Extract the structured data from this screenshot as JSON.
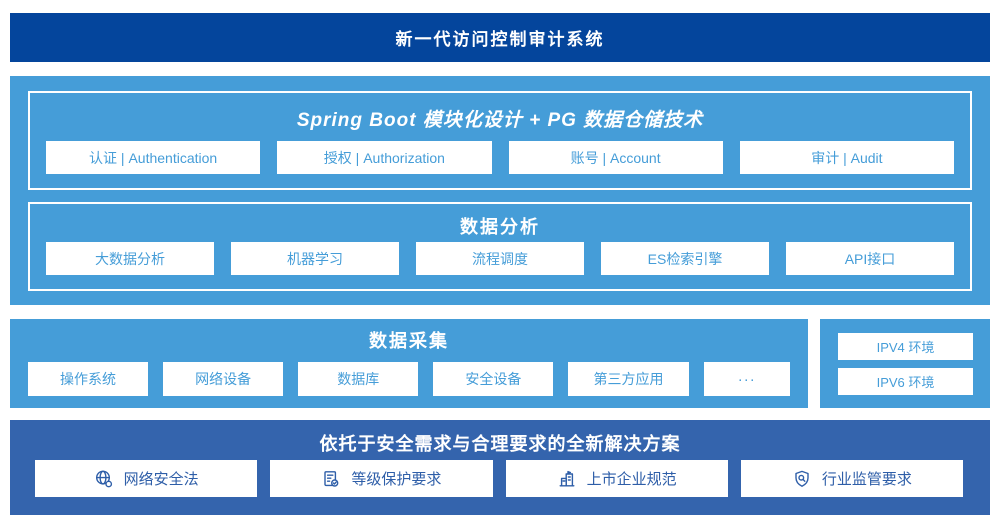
{
  "colors": {
    "banner_blue": "#04459c",
    "panel_light_blue": "#459dd8",
    "solution_blue": "#3464ad",
    "chip_text_light": "#459dd8",
    "chip_text_dark": "#2e5ea8",
    "white": "#ffffff"
  },
  "banner": {
    "title": "新一代访问控制审计系统"
  },
  "platform": {
    "spring_boot": {
      "title": "Spring Boot 模块化设计 + PG 数据仓储技术",
      "items": [
        "认证 | Authentication",
        "授权 | Authorization",
        "账号 | Account",
        "审计 | Audit"
      ]
    },
    "data_analysis": {
      "title": "数据分析",
      "items": [
        "大数据分析",
        "机器学习",
        "流程调度",
        "ES检索引擎",
        "API接口"
      ]
    }
  },
  "data_collection": {
    "title": "数据采集",
    "items": [
      "操作系统",
      "网络设备",
      "数据库",
      "安全设备",
      "第三方应用",
      "···"
    ]
  },
  "network_env": {
    "items": [
      "IPV4 环境",
      "IPV6 环境"
    ]
  },
  "solution": {
    "title": "依托于安全需求与合理要求的全新解决方案",
    "items": [
      {
        "icon": "globe-icon",
        "label": "网络安全法"
      },
      {
        "icon": "document-check-icon",
        "label": "等级保护要求"
      },
      {
        "icon": "building-icon",
        "label": "上市企业规范"
      },
      {
        "icon": "shield-search-icon",
        "label": "行业监管要求"
      }
    ]
  }
}
